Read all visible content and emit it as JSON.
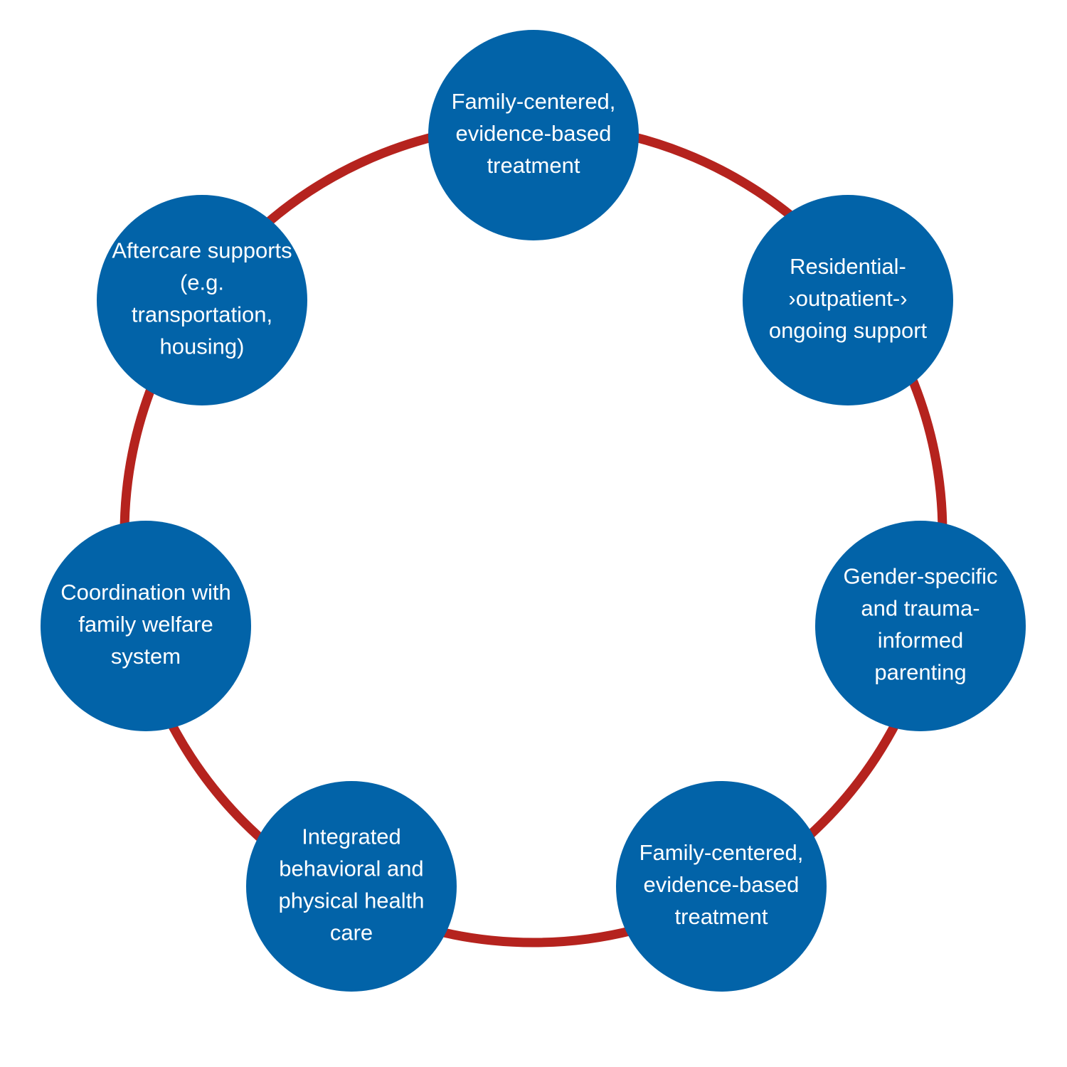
{
  "colors": {
    "ring": "#b5231e",
    "node_fill": "#0263a8",
    "node_text": "#ffffff",
    "background": "#ffffff"
  },
  "nodes": [
    {
      "id": "family-centered-top",
      "lines": [
        "Family-centered,",
        "evidence-based",
        "treatment"
      ]
    },
    {
      "id": "residential-outpatient",
      "lines": [
        "Residential-",
        "›outpatient-›",
        "ongoing support"
      ]
    },
    {
      "id": "gender-specific",
      "lines": [
        "Gender-specific",
        "and trauma-",
        "informed",
        "parenting"
      ]
    },
    {
      "id": "family-centered-bottom",
      "lines": [
        "Family-centered,",
        "evidence-based",
        "treatment"
      ]
    },
    {
      "id": "integrated-care",
      "lines": [
        "Integrated",
        "behavioral and",
        "physical health",
        "care"
      ]
    },
    {
      "id": "coordination",
      "lines": [
        "Coordination with",
        "family welfare",
        "system"
      ]
    },
    {
      "id": "aftercare",
      "lines": [
        "Aftercare supports",
        "(e.g.",
        "transportation,",
        "housing)"
      ]
    }
  ]
}
